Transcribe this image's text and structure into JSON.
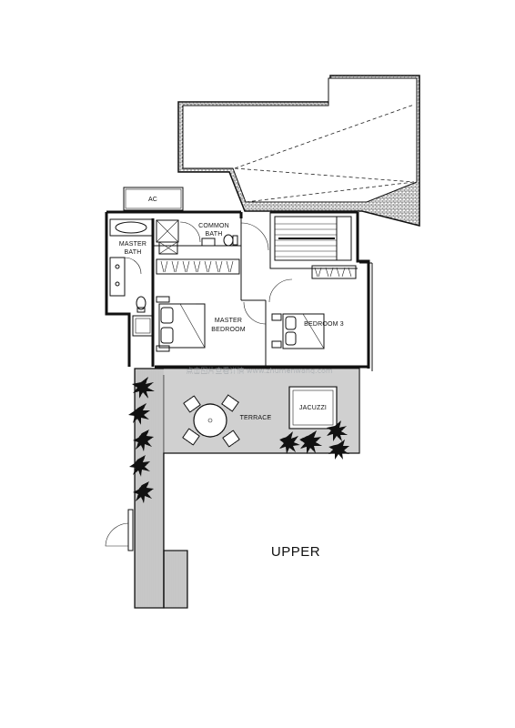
{
  "plan": {
    "floor_title": "UPPER",
    "watermark": "点击图片查看详情 www.zhumenwang.com",
    "rooms": {
      "ac": "AC",
      "common_bath_line1": "COMMON",
      "common_bath_line2": "BATH",
      "master_bath_line1": "MASTER",
      "master_bath_line2": "BATH",
      "master_bedroom_line1": "MASTER",
      "master_bedroom_line2": "BEDROOM",
      "bedroom3": "BEDROOM 3",
      "terrace": "TERRACE",
      "jacuzzi": "JACUZZI"
    }
  }
}
